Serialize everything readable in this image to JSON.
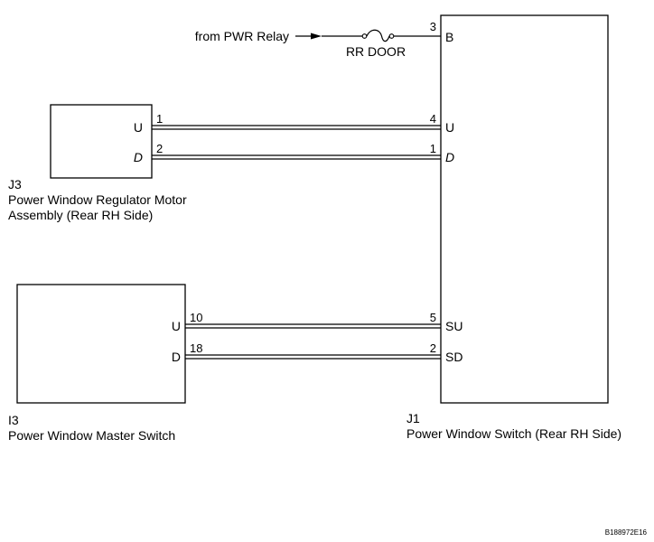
{
  "source": {
    "label": "from PWR Relay"
  },
  "fuse": {
    "label": "RR DOOR"
  },
  "j1": {
    "code": "J1",
    "name": "Power Window Switch (Rear RH Side)",
    "terminals": [
      {
        "pin": "3",
        "name": "B"
      },
      {
        "pin": "4",
        "name": "U"
      },
      {
        "pin": "1",
        "name": "D"
      },
      {
        "pin": "5",
        "name": "SU"
      },
      {
        "pin": "2",
        "name": "SD"
      }
    ]
  },
  "j3": {
    "code": "J3",
    "name_line1": "Power Window Regulator Motor",
    "name_line2": "Assembly (Rear RH Side)",
    "terminals": [
      {
        "name": "U",
        "pin": "1"
      },
      {
        "name": "D",
        "pin": "2"
      }
    ]
  },
  "i3": {
    "code": "I3",
    "name": "Power Window Master Switch",
    "terminals": [
      {
        "name": "U",
        "pin": "10"
      },
      {
        "name": "D",
        "pin": "18"
      }
    ]
  },
  "figure_ref": "B188972E16"
}
